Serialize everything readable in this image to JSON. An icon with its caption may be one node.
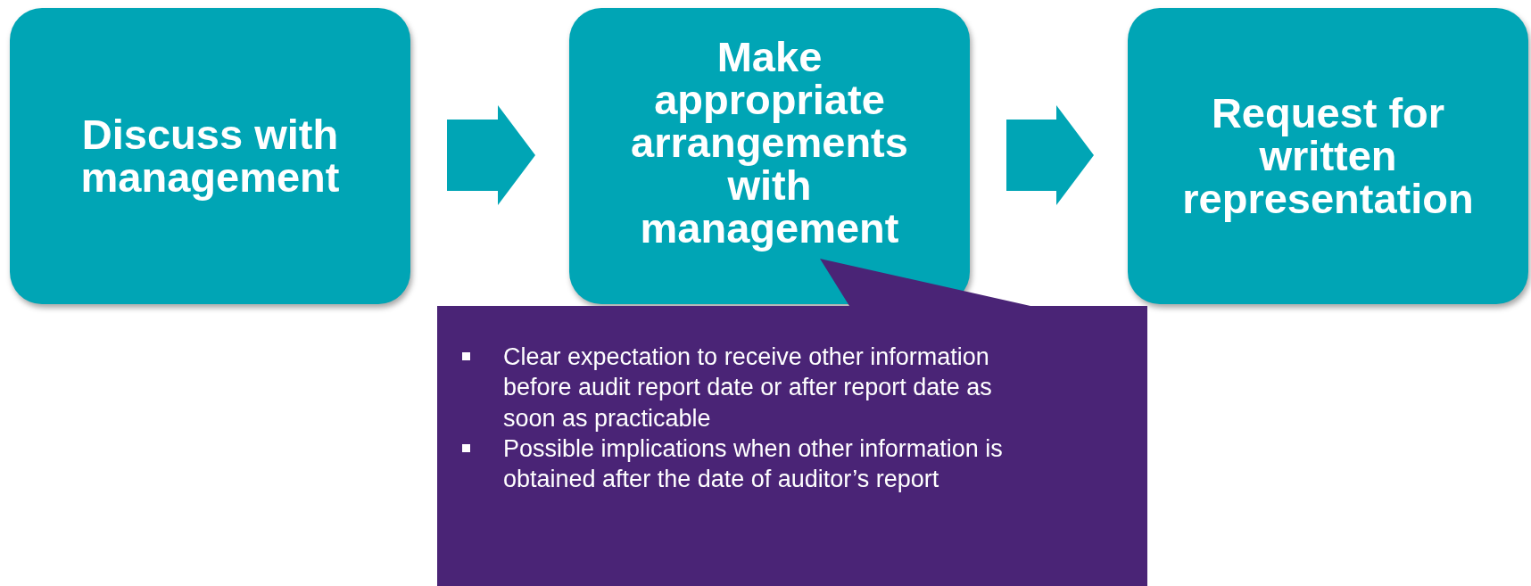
{
  "diagram": {
    "nodes": [
      {
        "text": [
          "Discuss with management"
        ]
      },
      {
        "text": [
          "Make appropriate arrangements with management"
        ]
      },
      {
        "text": [
          "Request for written representation"
        ]
      },
      {
        "text": [
          "Clear expectation to receive other information before audit report date or after report date as soon as practicable",
          "Possible implications when other information is obtained after the date of auditor’s report"
        ]
      }
    ],
    "edges": [
      {
        "from": 0,
        "to": 1,
        "arrow": "to",
        "style": "thick"
      },
      {
        "from": 1,
        "to": 2,
        "arrow": "to",
        "style": "thick"
      }
    ]
  }
}
